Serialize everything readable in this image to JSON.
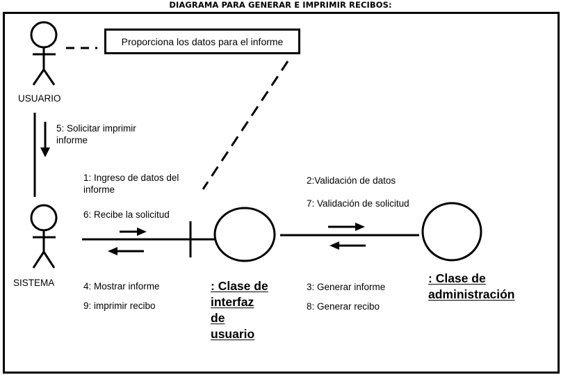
{
  "title": "DIAGRAMA PARA GENERAR E IMPRIMIR RECIBOS:",
  "note": "Proporciona los datos para el informe",
  "actors": {
    "usuario": "USUARIO",
    "sistema": "SISTEMA"
  },
  "messages": {
    "m5": "5: Solicitar imprimir",
    "m5b": "informe",
    "m1": "1: Ingreso de datos del",
    "m1b": "informe",
    "m6": "6: Recibe la solicitud",
    "m4": "4: Mostrar informe",
    "m9": "9: imprimir recibo",
    "m2": "2:Validación de datos",
    "m7": "7: Validación de solicitud",
    "m3": "3: Generar informe",
    "m8": "8: Generar recibo"
  },
  "classes": {
    "interfaz": [
      ": Clase de",
      "interfaz",
      "de",
      "usuario"
    ],
    "administracion": [
      ": Clase de",
      "administración"
    ]
  }
}
